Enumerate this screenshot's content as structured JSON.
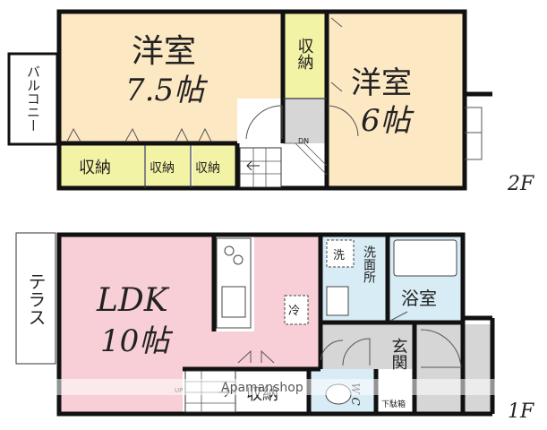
{
  "floor2": {
    "label": "2F",
    "rooms": {
      "western_a": {
        "name": "洋室",
        "size": "7.5帖"
      },
      "western_b": {
        "name": "洋室",
        "size": "6帖"
      },
      "closet_top": "収納",
      "closet_1": "収納",
      "closet_2": "収納",
      "closet_3": "収納",
      "balcony": "バルコニー",
      "stair_mark": "DN"
    }
  },
  "floor1": {
    "label": "1F",
    "rooms": {
      "ldk": {
        "name": "LDK",
        "size": "10帖"
      },
      "terrace": "テラス",
      "washroom": "洗面所",
      "washer": "洗",
      "fridge": "冷",
      "bath": "浴室",
      "entrance": "玄関",
      "closet": "収納",
      "wc": "W C",
      "shoe_box": "下駄箱",
      "stair_mark": "UP"
    }
  },
  "watermark": "Apamanshop",
  "colors": {
    "western": "#fde8c4",
    "closet": "#f3f3a6",
    "ldk": "#f8cfd6",
    "wet": "#d8ecf6",
    "entrance": "#d6d6d6"
  }
}
